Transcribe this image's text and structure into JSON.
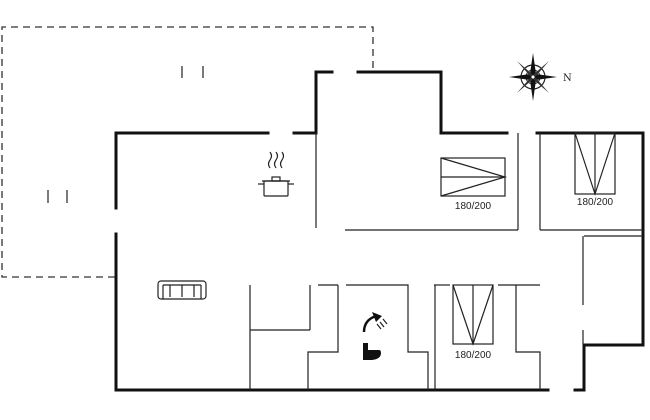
{
  "compass": {
    "north_label": "N",
    "icon": "compass-rose-icon"
  },
  "rooms": {
    "bedroom_1": {
      "bed_label": "180/200"
    },
    "bedroom_2": {
      "bed_label": "180/200"
    },
    "bedroom_3": {
      "bed_label": "180/200"
    }
  },
  "icons": {
    "kitchen": "cooking-pot-icon",
    "living": "sofa-icon",
    "bathroom_shower": "shower-icon",
    "bathroom_toilet": "toilet-icon"
  }
}
